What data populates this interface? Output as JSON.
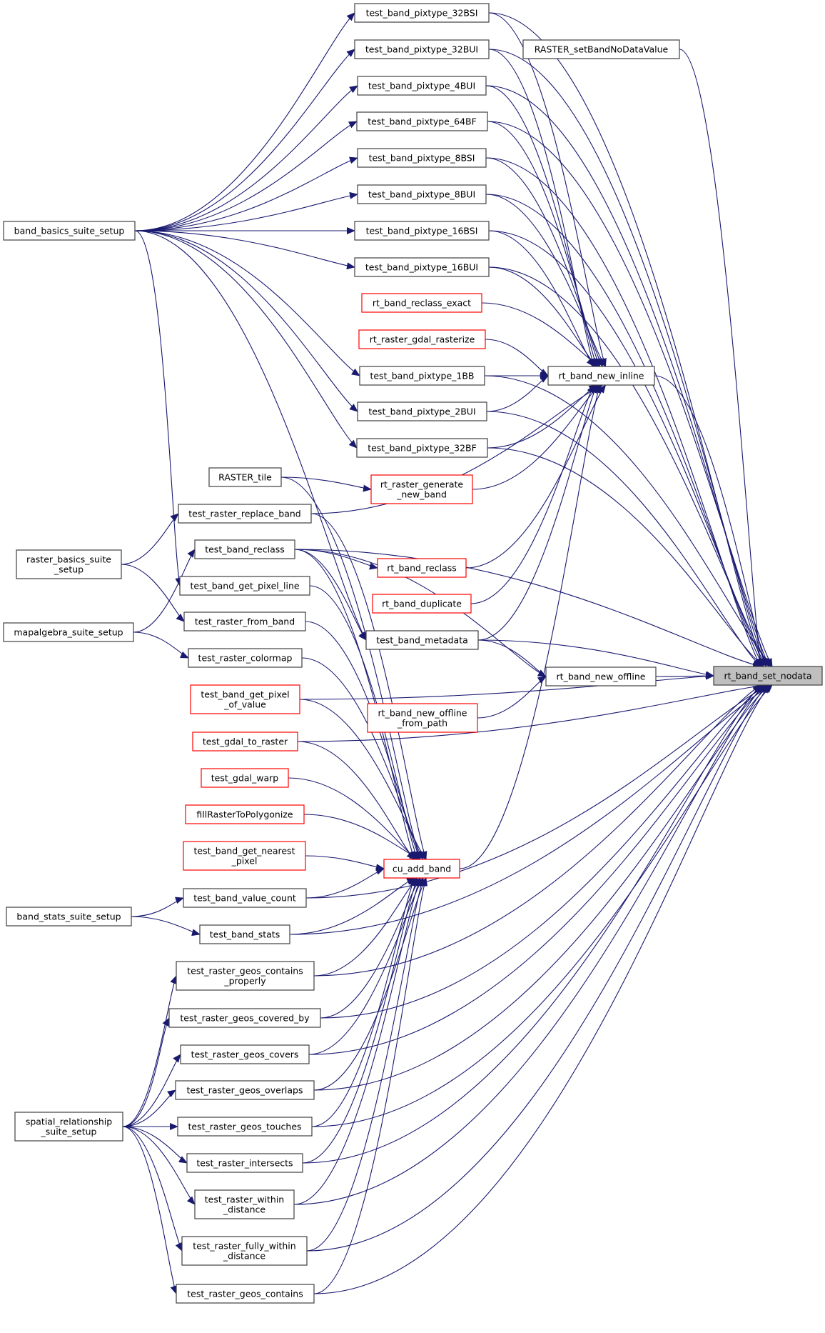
{
  "title": "rt_band_set_nodata caller graph",
  "colors": {
    "edge": "#191970",
    "node_border": "#404040",
    "node_border_incomplete": "#ff0000",
    "node_fill": "#ffffff",
    "focus_fill": "#bfbfbf",
    "background": "#ffffff"
  },
  "focus_node": "rt_band_set_nodata",
  "nodes": [
    {
      "id": "rt_band_set_nodata",
      "lines": [
        "rt_band_set_nodata"
      ],
      "style": "focus"
    },
    {
      "id": "RASTER_setBandNoDataValue",
      "lines": [
        "RASTER_setBandNoDataValue"
      ],
      "style": "normal"
    },
    {
      "id": "test_band_pixtype_32BSI",
      "lines": [
        "test_band_pixtype_32BSI"
      ],
      "style": "normal"
    },
    {
      "id": "test_band_pixtype_32BUI",
      "lines": [
        "test_band_pixtype_32BUI"
      ],
      "style": "normal"
    },
    {
      "id": "test_band_pixtype_4BUI",
      "lines": [
        "test_band_pixtype_4BUI"
      ],
      "style": "normal"
    },
    {
      "id": "test_band_pixtype_64BF",
      "lines": [
        "test_band_pixtype_64BF"
      ],
      "style": "normal"
    },
    {
      "id": "test_band_pixtype_8BSI",
      "lines": [
        "test_band_pixtype_8BSI"
      ],
      "style": "normal"
    },
    {
      "id": "test_band_pixtype_8BUI",
      "lines": [
        "test_band_pixtype_8BUI"
      ],
      "style": "normal"
    },
    {
      "id": "test_band_pixtype_16BSI",
      "lines": [
        "test_band_pixtype_16BSI"
      ],
      "style": "normal"
    },
    {
      "id": "test_band_pixtype_16BUI",
      "lines": [
        "test_band_pixtype_16BUI"
      ],
      "style": "normal"
    },
    {
      "id": "rt_band_reclass_exact",
      "lines": [
        "rt_band_reclass_exact"
      ],
      "style": "incomplete"
    },
    {
      "id": "rt_raster_gdal_rasterize",
      "lines": [
        "rt_raster_gdal_rasterize"
      ],
      "style": "incomplete"
    },
    {
      "id": "test_band_pixtype_1BB",
      "lines": [
        "test_band_pixtype_1BB"
      ],
      "style": "normal"
    },
    {
      "id": "test_band_pixtype_2BUI",
      "lines": [
        "test_band_pixtype_2BUI"
      ],
      "style": "normal"
    },
    {
      "id": "test_band_pixtype_32BF",
      "lines": [
        "test_band_pixtype_32BF"
      ],
      "style": "normal"
    },
    {
      "id": "rt_band_new_inline",
      "lines": [
        "rt_band_new_inline"
      ],
      "style": "normal"
    },
    {
      "id": "band_basics_suite_setup",
      "lines": [
        "band_basics_suite_setup"
      ],
      "style": "normal"
    },
    {
      "id": "RASTER_tile",
      "lines": [
        "RASTER_tile"
      ],
      "style": "normal"
    },
    {
      "id": "rt_raster_generate_new_band",
      "lines": [
        "rt_raster_generate",
        "_new_band"
      ],
      "style": "incomplete"
    },
    {
      "id": "test_raster_replace_band",
      "lines": [
        "test_raster_replace_band"
      ],
      "style": "normal"
    },
    {
      "id": "test_band_reclass",
      "lines": [
        "test_band_reclass"
      ],
      "style": "normal"
    },
    {
      "id": "rt_band_reclass",
      "lines": [
        "rt_band_reclass"
      ],
      "style": "incomplete"
    },
    {
      "id": "test_band_get_pixel_line",
      "lines": [
        "test_band_get_pixel_line"
      ],
      "style": "normal"
    },
    {
      "id": "rt_band_duplicate",
      "lines": [
        "rt_band_duplicate"
      ],
      "style": "incomplete"
    },
    {
      "id": "test_raster_from_band",
      "lines": [
        "test_raster_from_band"
      ],
      "style": "normal"
    },
    {
      "id": "test_band_metadata",
      "lines": [
        "test_band_metadata"
      ],
      "style": "normal"
    },
    {
      "id": "raster_basics_suite_setup",
      "lines": [
        "raster_basics_suite",
        "_setup"
      ],
      "style": "normal"
    },
    {
      "id": "mapalgebra_suite_setup",
      "lines": [
        "mapalgebra_suite_setup"
      ],
      "style": "normal"
    },
    {
      "id": "test_raster_colormap",
      "lines": [
        "test_raster_colormap"
      ],
      "style": "normal"
    },
    {
      "id": "rt_band_new_offline",
      "lines": [
        "rt_band_new_offline"
      ],
      "style": "normal"
    },
    {
      "id": "rt_band_new_offline_from_path",
      "lines": [
        "rt_band_new_offline",
        "_from_path"
      ],
      "style": "incomplete"
    },
    {
      "id": "test_band_get_pixel_of_value",
      "lines": [
        "test_band_get_pixel",
        "_of_value"
      ],
      "style": "incomplete"
    },
    {
      "id": "test_gdal_to_raster",
      "lines": [
        "test_gdal_to_raster"
      ],
      "style": "incomplete"
    },
    {
      "id": "test_gdal_warp",
      "lines": [
        "test_gdal_warp"
      ],
      "style": "incomplete"
    },
    {
      "id": "fillRasterToPolygonize",
      "lines": [
        "fillRasterToPolygonize"
      ],
      "style": "incomplete"
    },
    {
      "id": "test_band_get_nearest_pixel",
      "lines": [
        "test_band_get_nearest",
        "_pixel"
      ],
      "style": "incomplete"
    },
    {
      "id": "cu_add_band",
      "lines": [
        "cu_add_band"
      ],
      "style": "incomplete"
    },
    {
      "id": "test_band_value_count",
      "lines": [
        "test_band_value_count"
      ],
      "style": "normal"
    },
    {
      "id": "band_stats_suite_setup",
      "lines": [
        "band_stats_suite_setup"
      ],
      "style": "normal"
    },
    {
      "id": "test_band_stats",
      "lines": [
        "test_band_stats"
      ],
      "style": "normal"
    },
    {
      "id": "test_raster_geos_contains_properly",
      "lines": [
        "test_raster_geos_contains",
        "_properly"
      ],
      "style": "normal"
    },
    {
      "id": "test_raster_geos_covered_by",
      "lines": [
        "test_raster_geos_covered_by"
      ],
      "style": "normal"
    },
    {
      "id": "test_raster_geos_covers",
      "lines": [
        "test_raster_geos_covers"
      ],
      "style": "normal"
    },
    {
      "id": "test_raster_geos_overlaps",
      "lines": [
        "test_raster_geos_overlaps"
      ],
      "style": "normal"
    },
    {
      "id": "test_raster_geos_touches",
      "lines": [
        "test_raster_geos_touches"
      ],
      "style": "normal"
    },
    {
      "id": "test_raster_intersects",
      "lines": [
        "test_raster_intersects"
      ],
      "style": "normal"
    },
    {
      "id": "test_raster_within_distance",
      "lines": [
        "test_raster_within",
        "_distance"
      ],
      "style": "normal"
    },
    {
      "id": "test_raster_fully_within_distance",
      "lines": [
        "test_raster_fully_within",
        "_distance"
      ],
      "style": "normal"
    },
    {
      "id": "test_raster_geos_contains",
      "lines": [
        "test_raster_geos_contains"
      ],
      "style": "normal"
    },
    {
      "id": "spatial_relationship_suite_setup",
      "lines": [
        "spatial_relationship",
        "_suite_setup"
      ],
      "style": "normal"
    }
  ],
  "edges": [
    [
      "RASTER_setBandNoDataValue",
      "rt_band_set_nodata"
    ],
    [
      "test_band_pixtype_32BSI",
      "rt_band_set_nodata"
    ],
    [
      "test_band_pixtype_32BUI",
      "rt_band_set_nodata"
    ],
    [
      "test_band_pixtype_4BUI",
      "rt_band_set_nodata"
    ],
    [
      "test_band_pixtype_64BF",
      "rt_band_set_nodata"
    ],
    [
      "test_band_pixtype_8BSI",
      "rt_band_set_nodata"
    ],
    [
      "test_band_pixtype_8BUI",
      "rt_band_set_nodata"
    ],
    [
      "test_band_pixtype_16BSI",
      "rt_band_set_nodata"
    ],
    [
      "test_band_pixtype_16BUI",
      "rt_band_set_nodata"
    ],
    [
      "test_band_pixtype_1BB",
      "rt_band_set_nodata"
    ],
    [
      "test_band_pixtype_2BUI",
      "rt_band_set_nodata"
    ],
    [
      "test_band_pixtype_32BF",
      "rt_band_set_nodata"
    ],
    [
      "rt_band_new_inline",
      "rt_band_set_nodata"
    ],
    [
      "test_band_metadata",
      "rt_band_set_nodata"
    ],
    [
      "rt_band_new_offline",
      "rt_band_set_nodata"
    ],
    [
      "test_band_reclass",
      "rt_band_set_nodata"
    ],
    [
      "test_band_get_pixel_of_value",
      "rt_band_set_nodata"
    ],
    [
      "test_gdal_to_raster",
      "rt_band_set_nodata"
    ],
    [
      "test_band_value_count",
      "rt_band_set_nodata"
    ],
    [
      "test_band_stats",
      "rt_band_set_nodata"
    ],
    [
      "test_raster_geos_contains_properly",
      "rt_band_set_nodata"
    ],
    [
      "test_raster_geos_covered_by",
      "rt_band_set_nodata"
    ],
    [
      "test_raster_geos_covers",
      "rt_band_set_nodata"
    ],
    [
      "test_raster_geos_overlaps",
      "rt_band_set_nodata"
    ],
    [
      "test_raster_geos_touches",
      "rt_band_set_nodata"
    ],
    [
      "test_raster_intersects",
      "rt_band_set_nodata"
    ],
    [
      "test_raster_within_distance",
      "rt_band_set_nodata"
    ],
    [
      "test_raster_fully_within_distance",
      "rt_band_set_nodata"
    ],
    [
      "test_raster_geos_contains",
      "rt_band_set_nodata"
    ],
    [
      "test_band_pixtype_32BSI",
      "rt_band_new_inline"
    ],
    [
      "test_band_pixtype_32BUI",
      "rt_band_new_inline"
    ],
    [
      "test_band_pixtype_4BUI",
      "rt_band_new_inline"
    ],
    [
      "test_band_pixtype_64BF",
      "rt_band_new_inline"
    ],
    [
      "test_band_pixtype_8BSI",
      "rt_band_new_inline"
    ],
    [
      "test_band_pixtype_8BUI",
      "rt_band_new_inline"
    ],
    [
      "test_band_pixtype_16BSI",
      "rt_band_new_inline"
    ],
    [
      "test_band_pixtype_16BUI",
      "rt_band_new_inline"
    ],
    [
      "rt_band_reclass_exact",
      "rt_band_new_inline"
    ],
    [
      "rt_raster_gdal_rasterize",
      "rt_band_new_inline"
    ],
    [
      "test_band_pixtype_1BB",
      "rt_band_new_inline"
    ],
    [
      "test_band_pixtype_2BUI",
      "rt_band_new_inline"
    ],
    [
      "test_band_pixtype_32BF",
      "rt_band_new_inline"
    ],
    [
      "rt_raster_generate_new_band",
      "rt_band_new_inline"
    ],
    [
      "test_raster_replace_band",
      "rt_band_new_inline"
    ],
    [
      "rt_band_reclass",
      "rt_band_new_inline"
    ],
    [
      "rt_band_duplicate",
      "rt_band_new_inline"
    ],
    [
      "test_band_metadata",
      "rt_band_new_inline"
    ],
    [
      "cu_add_band",
      "rt_band_new_inline"
    ],
    [
      "band_basics_suite_setup",
      "test_band_pixtype_32BSI"
    ],
    [
      "band_basics_suite_setup",
      "test_band_pixtype_32BUI"
    ],
    [
      "band_basics_suite_setup",
      "test_band_pixtype_4BUI"
    ],
    [
      "band_basics_suite_setup",
      "test_band_pixtype_64BF"
    ],
    [
      "band_basics_suite_setup",
      "test_band_pixtype_8BSI"
    ],
    [
      "band_basics_suite_setup",
      "test_band_pixtype_8BUI"
    ],
    [
      "band_basics_suite_setup",
      "test_band_pixtype_16BSI"
    ],
    [
      "band_basics_suite_setup",
      "test_band_pixtype_16BUI"
    ],
    [
      "band_basics_suite_setup",
      "test_band_pixtype_1BB"
    ],
    [
      "band_basics_suite_setup",
      "test_band_pixtype_2BUI"
    ],
    [
      "band_basics_suite_setup",
      "test_band_pixtype_32BF"
    ],
    [
      "band_basics_suite_setup",
      "test_band_get_pixel_line"
    ],
    [
      "band_basics_suite_setup",
      "test_band_metadata"
    ],
    [
      "RASTER_tile",
      "rt_raster_generate_new_band"
    ],
    [
      "RASTER_tile",
      "cu_add_band"
    ],
    [
      "raster_basics_suite_setup",
      "test_raster_replace_band"
    ],
    [
      "raster_basics_suite_setup",
      "test_raster_from_band"
    ],
    [
      "mapalgebra_suite_setup",
      "test_band_reclass"
    ],
    [
      "mapalgebra_suite_setup",
      "test_raster_colormap"
    ],
    [
      "test_band_reclass",
      "rt_band_reclass"
    ],
    [
      "test_band_reclass",
      "test_band_metadata"
    ],
    [
      "test_raster_replace_band",
      "cu_add_band"
    ],
    [
      "test_band_reclass",
      "cu_add_band"
    ],
    [
      "test_band_get_pixel_line",
      "cu_add_band"
    ],
    [
      "test_raster_from_band",
      "cu_add_band"
    ],
    [
      "test_raster_colormap",
      "cu_add_band"
    ],
    [
      "test_band_get_pixel_of_value",
      "cu_add_band"
    ],
    [
      "test_gdal_to_raster",
      "cu_add_band"
    ],
    [
      "test_gdal_warp",
      "cu_add_band"
    ],
    [
      "fillRasterToPolygonize",
      "cu_add_band"
    ],
    [
      "test_band_get_nearest_pixel",
      "cu_add_band"
    ],
    [
      "test_band_value_count",
      "cu_add_band"
    ],
    [
      "test_band_stats",
      "cu_add_band"
    ],
    [
      "test_raster_geos_contains_properly",
      "cu_add_band"
    ],
    [
      "test_raster_geos_covered_by",
      "cu_add_band"
    ],
    [
      "test_raster_geos_covers",
      "cu_add_band"
    ],
    [
      "test_raster_geos_overlaps",
      "cu_add_band"
    ],
    [
      "test_raster_geos_touches",
      "cu_add_band"
    ],
    [
      "test_raster_intersects",
      "cu_add_band"
    ],
    [
      "test_raster_within_distance",
      "cu_add_band"
    ],
    [
      "test_raster_fully_within_distance",
      "cu_add_band"
    ],
    [
      "test_raster_geos_contains",
      "cu_add_band"
    ],
    [
      "test_band_metadata",
      "rt_band_new_offline"
    ],
    [
      "rt_band_new_offline_from_path",
      "rt_band_new_offline"
    ],
    [
      "test_band_reclass",
      "rt_band_new_offline"
    ],
    [
      "band_stats_suite_setup",
      "test_band_value_count"
    ],
    [
      "band_stats_suite_setup",
      "test_band_stats"
    ],
    [
      "spatial_relationship_suite_setup",
      "test_raster_geos_contains_properly"
    ],
    [
      "spatial_relationship_suite_setup",
      "test_raster_geos_covered_by"
    ],
    [
      "spatial_relationship_suite_setup",
      "test_raster_geos_covers"
    ],
    [
      "spatial_relationship_suite_setup",
      "test_raster_geos_overlaps"
    ],
    [
      "spatial_relationship_suite_setup",
      "test_raster_geos_touches"
    ],
    [
      "spatial_relationship_suite_setup",
      "test_raster_intersects"
    ],
    [
      "spatial_relationship_suite_setup",
      "test_raster_within_distance"
    ],
    [
      "spatial_relationship_suite_setup",
      "test_raster_fully_within_distance"
    ],
    [
      "spatial_relationship_suite_setup",
      "test_raster_geos_contains"
    ]
  ]
}
